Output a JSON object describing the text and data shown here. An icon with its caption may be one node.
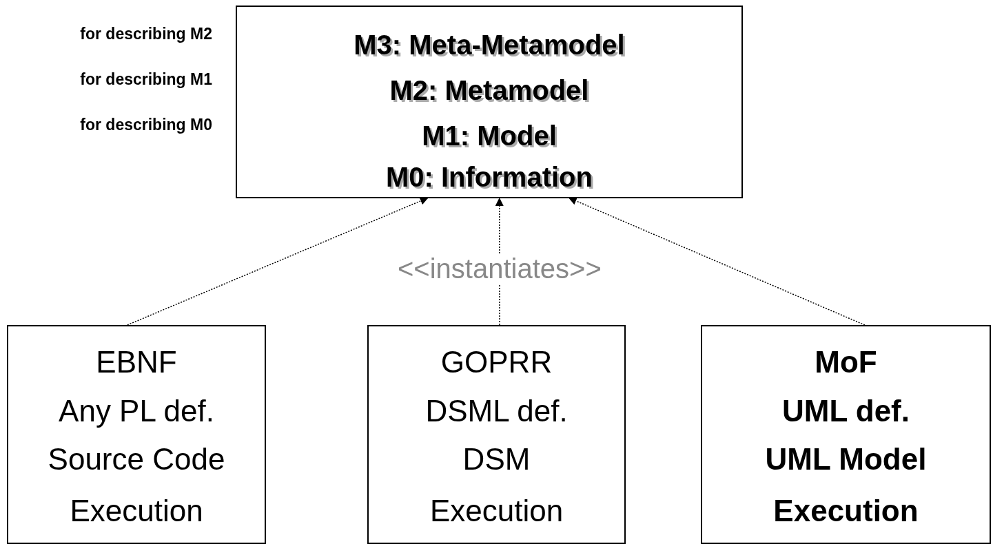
{
  "diagram": {
    "nodes": [
      {
        "text": [
          "M3: Meta-Metamodel",
          "M2: Metamodel",
          "M1: Model",
          "M0: Information"
        ]
      },
      {
        "text": [
          "EBNF",
          "Any PL def.",
          "Source Code",
          "Execution"
        ]
      },
      {
        "text": [
          "GOPRR",
          "DSML def.",
          "DSM",
          "Execution"
        ]
      },
      {
        "text": [
          "MoF",
          "UML def.",
          "UML Model",
          "Execution"
        ]
      }
    ],
    "edges": [
      {
        "from": 1,
        "to": 0,
        "arrow": "to",
        "style": "dashed"
      },
      {
        "from": 2,
        "to": 0,
        "arrow": "to",
        "style": "dashed",
        "label": "<<instantiates>>"
      },
      {
        "from": 3,
        "to": 0,
        "arrow": "to",
        "style": "dashed"
      }
    ],
    "labels": [
      "for describing M2",
      "for describing M1",
      "for describing M0"
    ]
  }
}
